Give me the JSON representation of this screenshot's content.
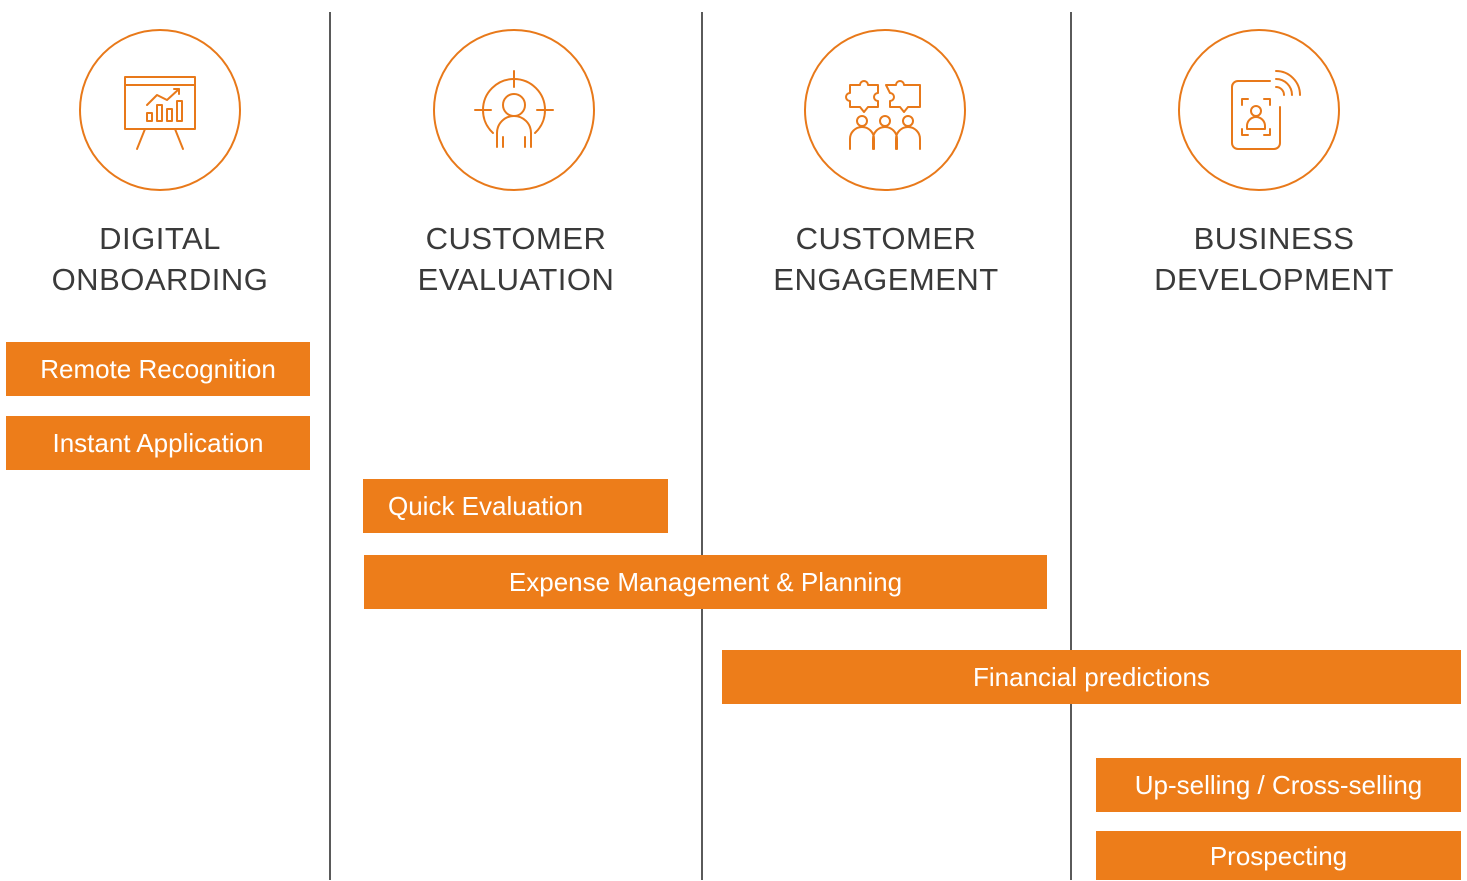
{
  "accent_color": "#ed7d1a",
  "columns": [
    {
      "title_line1": "DIGITAL",
      "title_line2": "ONBOARDING",
      "icon": "presentation-chart-icon"
    },
    {
      "title_line1": "CUSTOMER",
      "title_line2": "EVALUATION",
      "icon": "target-person-icon"
    },
    {
      "title_line1": "CUSTOMER",
      "title_line2": "ENGAGEMENT",
      "icon": "team-puzzle-icon"
    },
    {
      "title_line1": "BUSINESS",
      "title_line2": "DEVELOPMENT",
      "icon": "phone-face-recognition-icon"
    }
  ],
  "bars": [
    {
      "label": "Remote Recognition"
    },
    {
      "label": "Instant Application"
    },
    {
      "label": "Quick Evaluation"
    },
    {
      "label": "Expense Management & Planning"
    },
    {
      "label": "Financial predictions"
    },
    {
      "label": "Up-selling / Cross-selling"
    },
    {
      "label": "Prospecting"
    }
  ]
}
